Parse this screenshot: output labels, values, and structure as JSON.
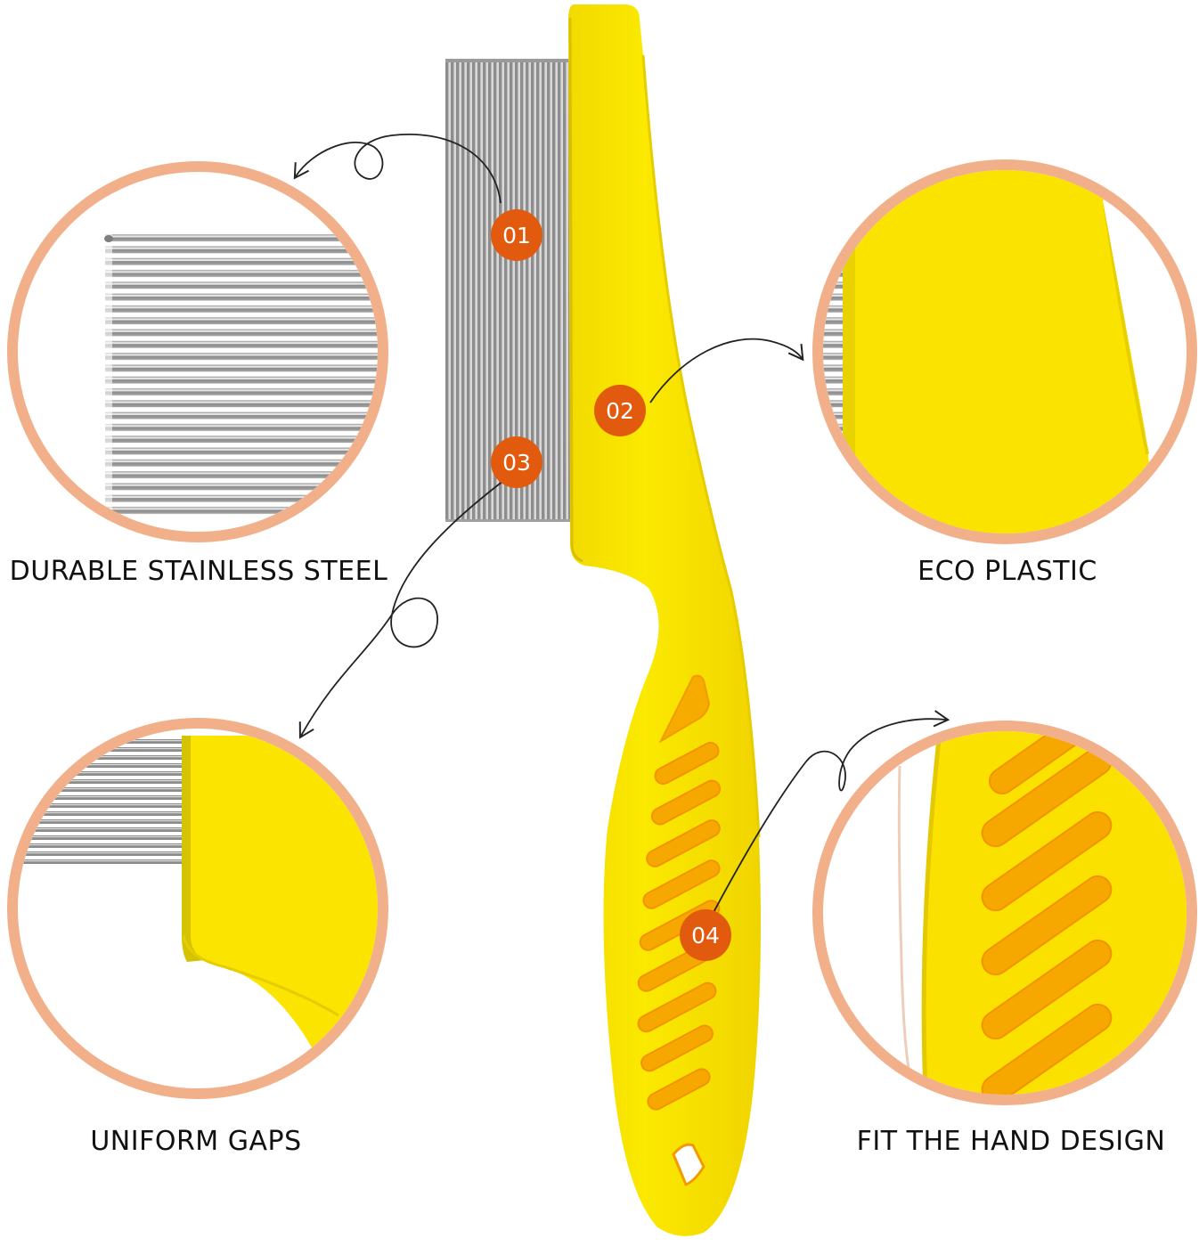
{
  "colors": {
    "accent_orange": "#e15a0d",
    "circle_ring": "#f0b38d",
    "comb_yellow": "#f7e400",
    "comb_shade": "#e4c800",
    "groove_orange": "#f6a400",
    "steel": "#8e8e8e"
  },
  "callouts": [
    {
      "badge": "01",
      "label": "DURABLE STAINLESS STEEL"
    },
    {
      "badge": "02",
      "label": "ECO PLASTIC"
    },
    {
      "badge": "03",
      "label": "UNIFORM GAPS"
    },
    {
      "badge": "04",
      "label": "FIT THE HAND DESIGN"
    }
  ],
  "icons": {
    "arrow": "curved-arrow-icon",
    "product": "flea-comb"
  }
}
